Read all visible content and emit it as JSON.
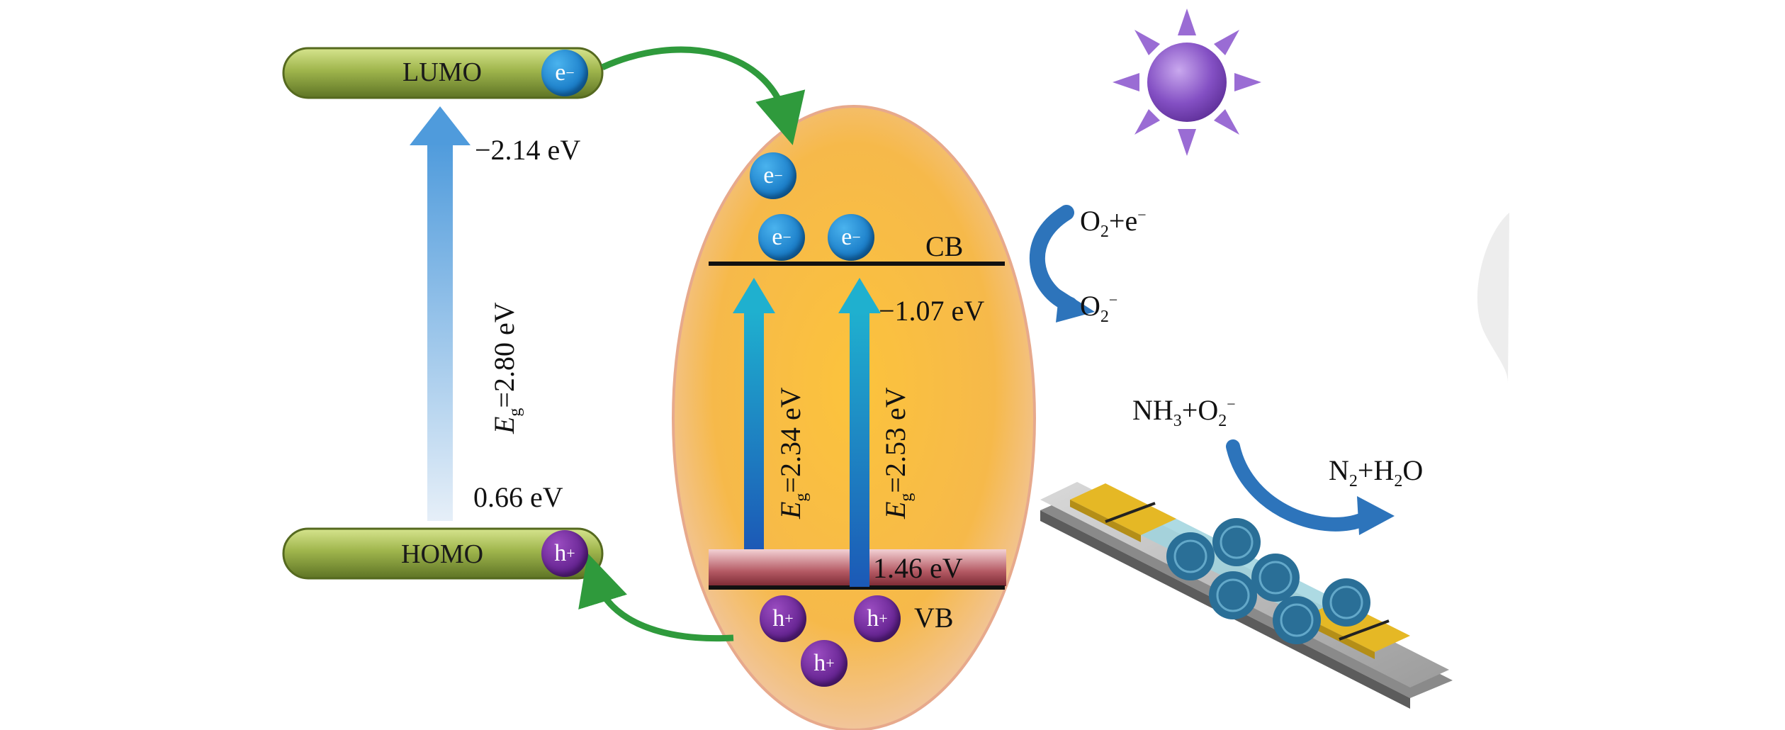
{
  "left_levels": {
    "lumo_label": "LUMO",
    "homo_label": "HOMO",
    "lumo_energy": "−2.14 eV",
    "homo_energy": "0.66 eV",
    "gap_prefix": "E",
    "gap_sub": "g",
    "gap_value": "=2.80 eV"
  },
  "ellipse": {
    "cb_label": "CB",
    "vb_label": "VB",
    "cb_energy": "−1.07 eV",
    "vb_energy": "1.46 eV",
    "gap1_prefix": "E",
    "gap1_sub": "g",
    "gap1_value": "=2.34 eV",
    "gap2_prefix": "E",
    "gap2_sub": "g",
    "gap2_value": "=2.53 eV"
  },
  "carriers": {
    "electron": "e",
    "electron_sup": "−",
    "hole": "h",
    "hole_sup": "+"
  },
  "reactions": {
    "o2_reactant": "O",
    "o2_reactant_sub": "2",
    "o2_reactant_rest": "+e",
    "o2_reactant_sup": "−",
    "o2_product": "O",
    "o2_product_sub": "2",
    "o2_product_sup": "−",
    "nh3_a": "NH",
    "nh3_sub": "3",
    "nh3_b": "+O",
    "nh3_o_sub": "2",
    "nh3_sup": "−",
    "n2_a": "N",
    "n2_sub": "2",
    "n2_b": "+H",
    "n2_h_sub": "2",
    "n2_c": "O"
  },
  "colors": {
    "band_green": "#9bb34a",
    "electron_blue": "#1a7fcf",
    "hole_purple": "#6a2a94",
    "ellipse_orange": "#f5b531",
    "arrow_teal": "#1fa6c8",
    "curved_arrow_green": "#2f9a3c",
    "sun_purple": "#8a5ac8"
  }
}
